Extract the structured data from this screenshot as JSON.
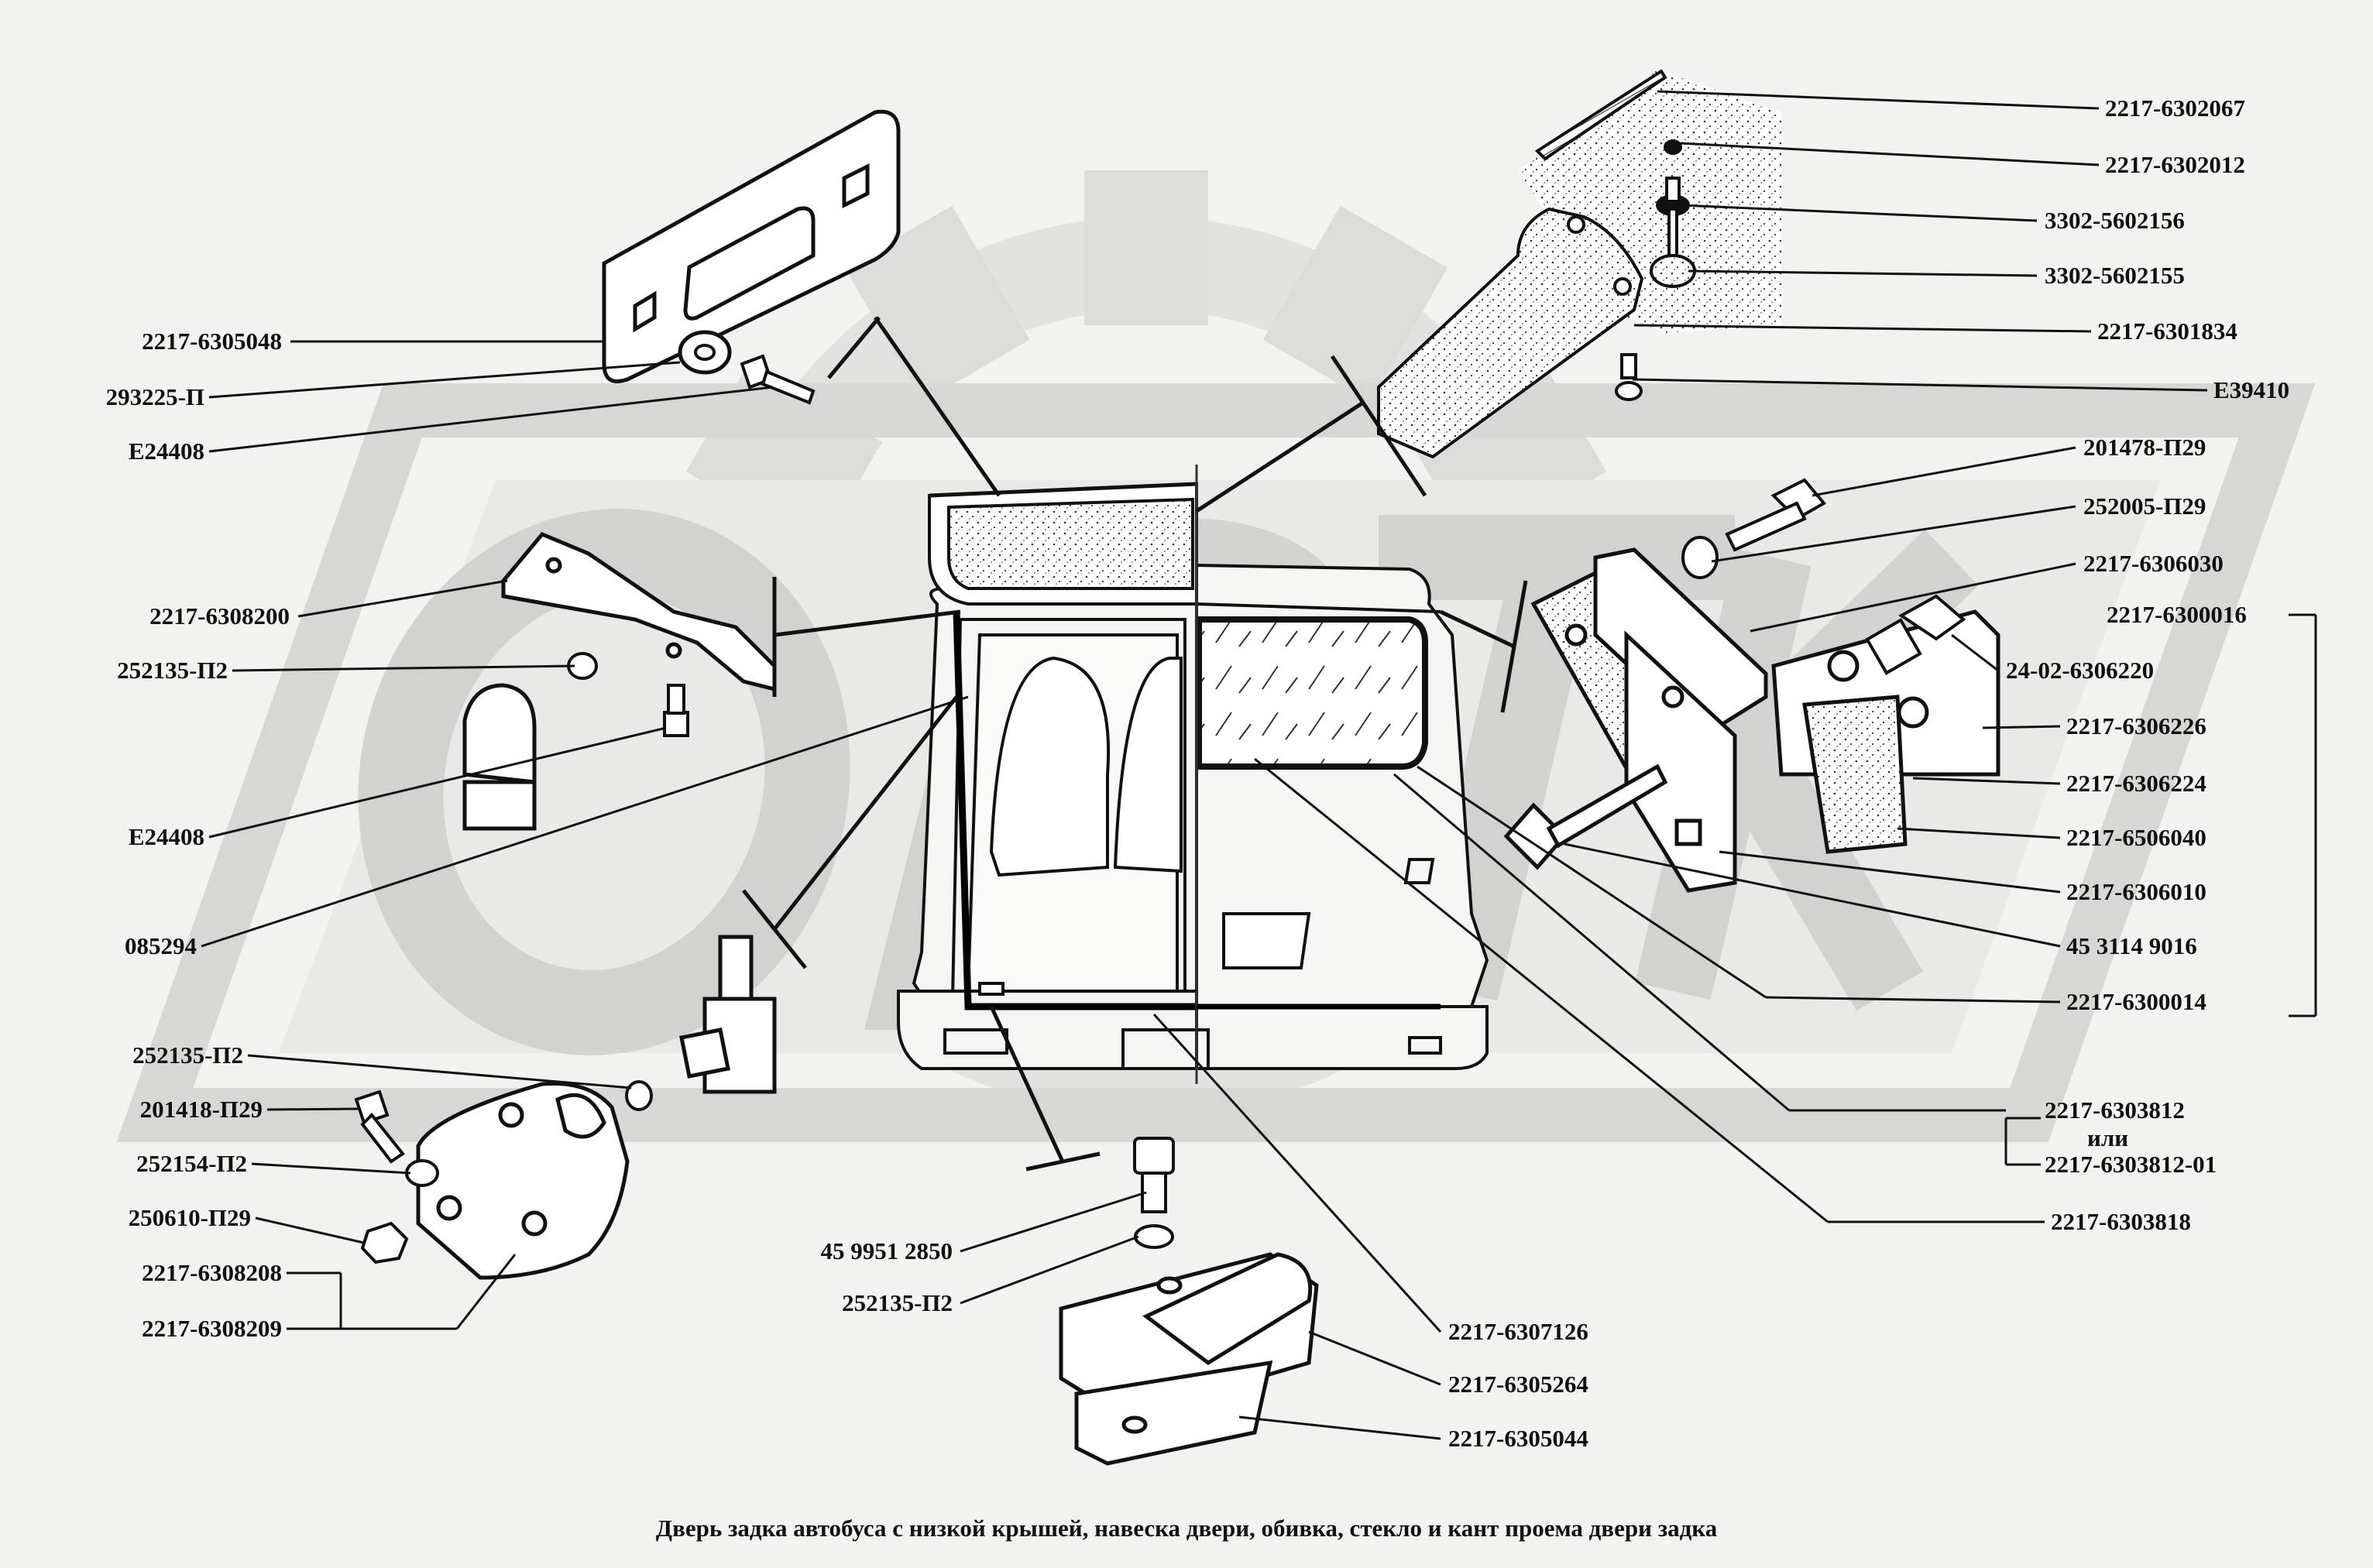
{
  "caption": "Дверь задка автобуса с низкой крышей, навеска двери, обивка, стекло и кант проема двери задка",
  "watermark": "ОРТ",
  "colors": {
    "background": "#f2f2f0",
    "watermark": "#d9d9d7",
    "ink": "#111111"
  },
  "labels": {
    "l1": "2217-6305048",
    "l2": "293225-П",
    "l3": "Е24408",
    "l4": "2217-6308200",
    "l5": "252135-П2",
    "l6": "Е24408",
    "l7": "085294",
    "l8": "252135-П2",
    "l9": "201418-П29",
    "l10": "252154-П2",
    "l11": "250610-П29",
    "l12": "2217-6308208",
    "l13": "2217-6308209",
    "b1": "45 9951 2850",
    "b2": "252135-П2",
    "b3": "2217-6307126",
    "b4": "2217-6305264",
    "b5": "2217-6305044",
    "r1": "2217-6302067",
    "r2": "2217-6302012",
    "r3": "3302-5602156",
    "r4": "3302-5602155",
    "r5": "2217-6301834",
    "r6": "Е39410",
    "r7": "201478-П29",
    "r8": "252005-П29",
    "r9": "2217-6306030",
    "r10": "2217-6300016",
    "r11": "24-02-6306220",
    "r12": "2217-6306226",
    "r13": "2217-6306224",
    "r14": "2217-6506040",
    "r15": "2217-6306010",
    "r16": "45 3114 9016",
    "r17": "2217-6300014",
    "r18": "2217-6303812",
    "r18b": "или",
    "r19": "2217-6303812-01",
    "r20": "2217-6303818"
  }
}
